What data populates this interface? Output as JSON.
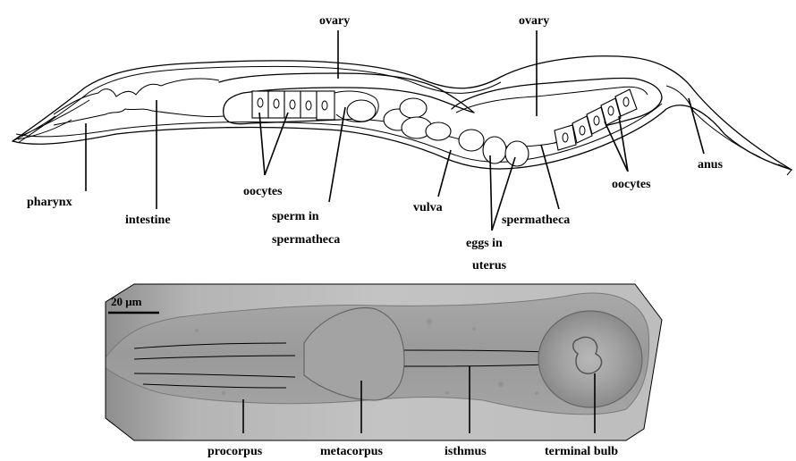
{
  "worm_labels": {
    "ovary_left": "ovary",
    "ovary_right": "ovary",
    "pharynx": "pharynx",
    "intestine": "intestine",
    "oocytes_left": "oocytes",
    "sperm_line1": "sperm in",
    "sperm_line2": "spermatheca",
    "vulva": "vulva",
    "eggs_line1": "eggs in",
    "eggs_line2": "uterus",
    "spermatheca": "spermatheca",
    "oocytes_right": "oocytes",
    "anus": "anus"
  },
  "micrograph": {
    "scale_bar": "20 μm"
  },
  "pharynx_labels": {
    "procorpus": "procorpus",
    "metacorpus": "metacorpus",
    "isthmus": "isthmus",
    "terminal_bulb": "terminal bulb"
  }
}
